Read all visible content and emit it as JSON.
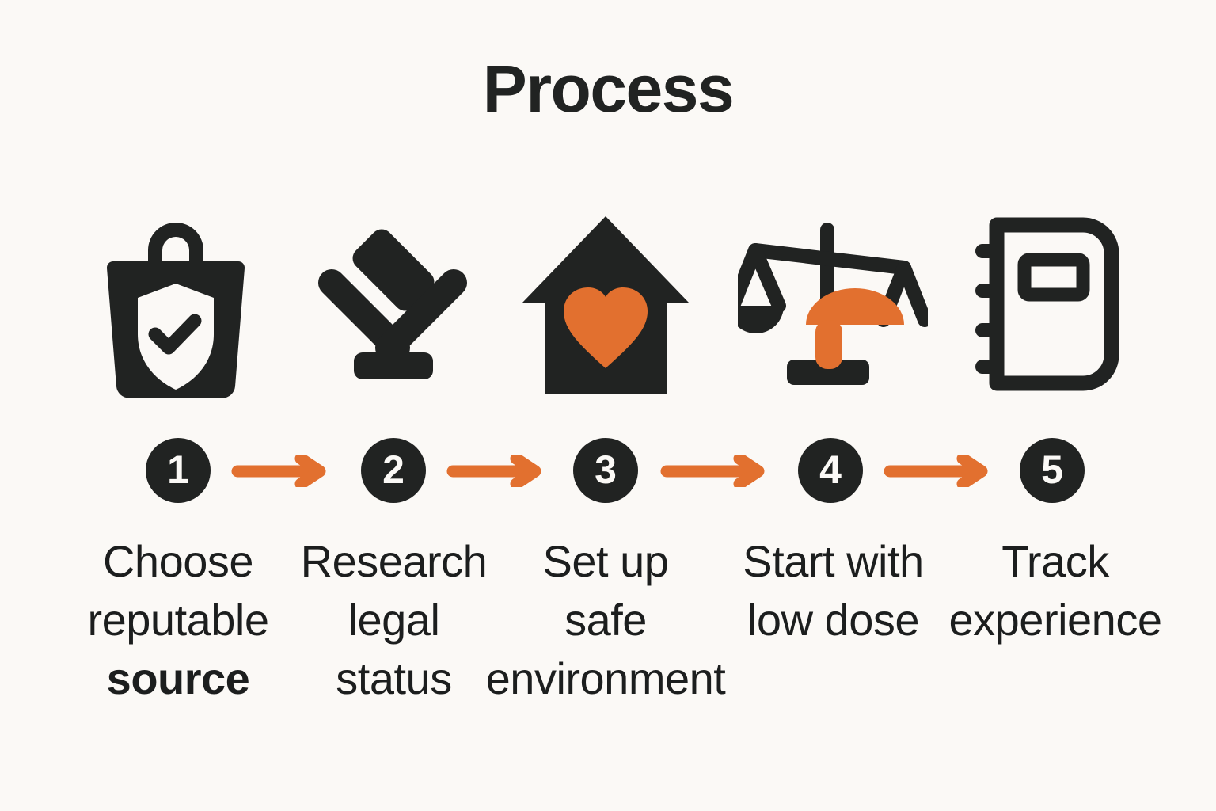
{
  "page": {
    "title": "Process",
    "background_color": "#FBF9F6",
    "dark_color": "#212322",
    "accent_color": "#E2702F"
  },
  "steps": [
    {
      "number": "1",
      "icon": "shopping-bag-shield-check-icon",
      "label_lines": [
        "Choose",
        "reputable",
        "source"
      ],
      "emphasis_line": 2
    },
    {
      "number": "2",
      "icon": "gavel-icon",
      "label_lines": [
        "Research",
        "legal",
        "status"
      ],
      "emphasis_line": -1
    },
    {
      "number": "3",
      "icon": "house-heart-icon",
      "label_lines": [
        "Set up",
        "safe",
        "environment"
      ],
      "emphasis_line": -1
    },
    {
      "number": "4",
      "icon": "balance-scale-mushroom-icon",
      "label_lines": [
        "Start with",
        "low dose",
        ""
      ],
      "emphasis_line": -1
    },
    {
      "number": "5",
      "icon": "notebook-journal-icon",
      "label_lines": [
        "Track",
        "experience",
        ""
      ],
      "emphasis_line": -1
    }
  ],
  "arrows": [
    {
      "name": "arrow-1-to-2"
    },
    {
      "name": "arrow-2-to-3"
    },
    {
      "name": "arrow-3-to-4"
    },
    {
      "name": "arrow-4-to-5"
    }
  ]
}
